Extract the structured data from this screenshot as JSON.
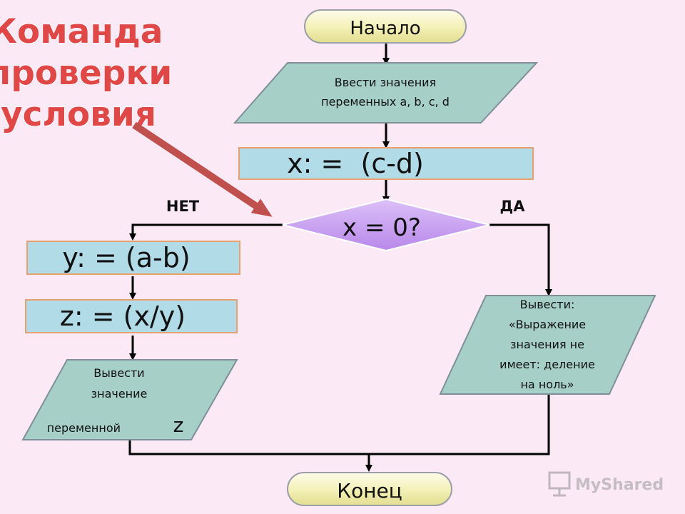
{
  "title": [
    "Команда",
    "проверки",
    "условия"
  ],
  "start_label": "Начало",
  "input_lines": [
    "Ввести значения",
    "переменных a, b, c, d"
  ],
  "assign_x": "x: =  (c-d)",
  "decision": "x = 0?",
  "no_label": "НЕТ",
  "yes_label": "ДА",
  "assign_y": "y: = (a-b)",
  "assign_z": "z: = (x/y)",
  "output_z_lines": [
    "Вывести",
    "значение",
    "переменной"
  ],
  "output_z_var": "z",
  "output_msg_lines": [
    "Вывести:",
    "«Выражение",
    "значения не",
    "имеет: деление",
    "на ноль»"
  ],
  "end_label": "Конец",
  "watermark": "MyShared",
  "colors": {
    "background": "#fbeaf6",
    "terminal": "#f3f0b8",
    "io_block": "#a6d0c7",
    "process_block": "#b2dbe8",
    "decision": "#c79af0",
    "arrow_pointer": "#c0504d",
    "title": "#e04848"
  }
}
